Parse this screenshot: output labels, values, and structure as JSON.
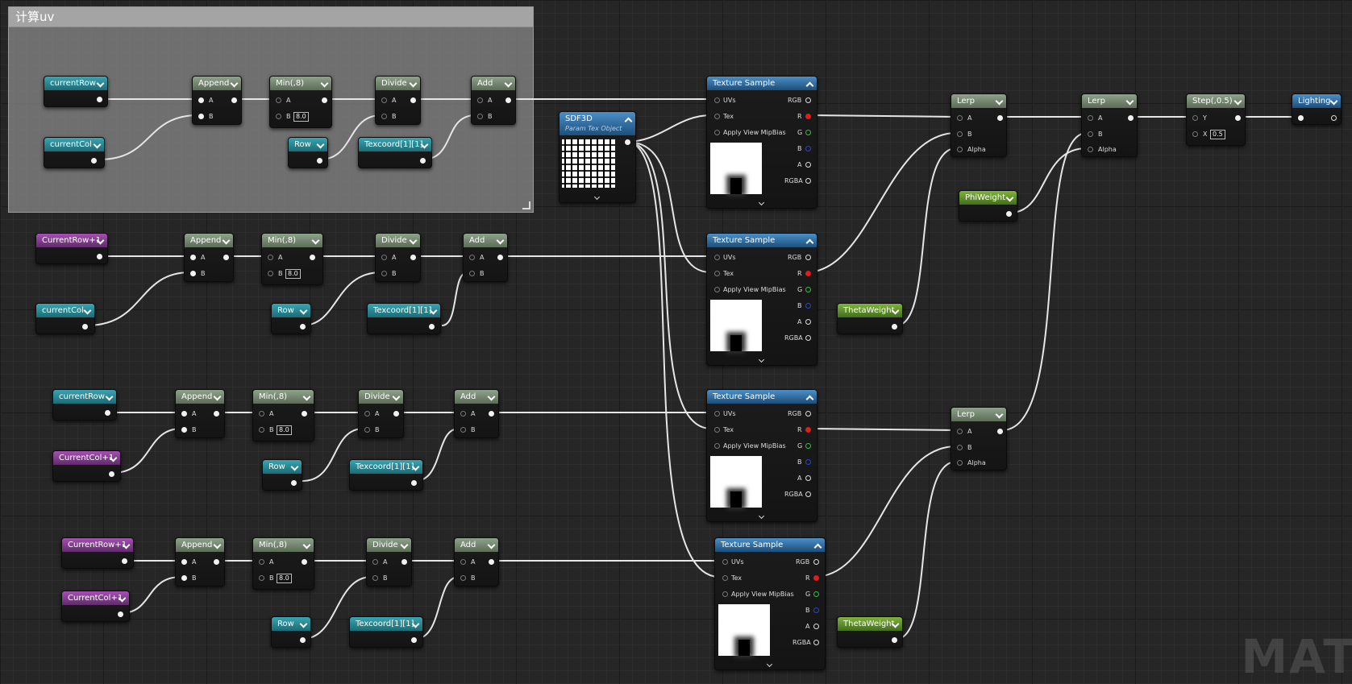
{
  "comment_box": {
    "title": "计算uv"
  },
  "nodes": {
    "g1": {
      "row": "currentRow",
      "col": "currentCol",
      "append": "Append",
      "min": "Min(,8)",
      "min_b": "8.0",
      "rowp": "Row",
      "divide": "Divide",
      "texcoord": "Texcoord[1][1]",
      "add": "Add"
    },
    "g2": {
      "row": "CurrentRow+1",
      "col": "currentCol",
      "append": "Append",
      "min": "Min(,8)",
      "min_b": "8.0",
      "rowp": "Row",
      "divide": "Divide",
      "texcoord": "Texcoord[1][1]",
      "add": "Add"
    },
    "g3": {
      "row": "currentRow",
      "col": "CurrentCol+1",
      "append": "Append",
      "min": "Min(,8)",
      "min_b": "8.0",
      "rowp": "Row",
      "divide": "Divide",
      "texcoord": "Texcoord[1][1]",
      "add": "Add"
    },
    "g4": {
      "row": "CurrentRow+1",
      "col": "CurrentCol+1",
      "append": "Append",
      "min": "Min(,8)",
      "min_b": "8.0",
      "rowp": "Row",
      "divide": "Divide",
      "texcoord": "Texcoord[1][1]",
      "add": "Add"
    },
    "sdf": {
      "title": "SDF3D",
      "subtitle": "Param Tex Object"
    },
    "texture_sample": {
      "title": "Texture Sample",
      "inputs": [
        "UVs",
        "Tex",
        "Apply View MipBias"
      ],
      "outputs": [
        "RGB",
        "R",
        "G",
        "B",
        "A",
        "RGBA"
      ]
    },
    "lerp": {
      "title": "Lerp",
      "inputs": [
        "A",
        "B",
        "Alpha"
      ]
    },
    "phi": "PhiWeight",
    "theta": "ThetaWeight",
    "step": {
      "title": "Step(,0.5)",
      "y": "Y",
      "x": "X",
      "x_val": "0.5"
    },
    "lighting": "Lighting",
    "pin_a": "A",
    "pin_b": "B"
  },
  "watermark": "MAT",
  "colors": {
    "grid_bg": "#262626",
    "param_scalar": "#2a8a96",
    "param_purple": "#8a3f99",
    "math_node": "#7a8c75",
    "lime_param": "#5a9428",
    "texture_node": "#2d6fa5",
    "wire": "#e6e6e6",
    "pin_red": "#e21b1b",
    "pin_green": "#28c43a",
    "pin_blue": "#2a43d8"
  }
}
